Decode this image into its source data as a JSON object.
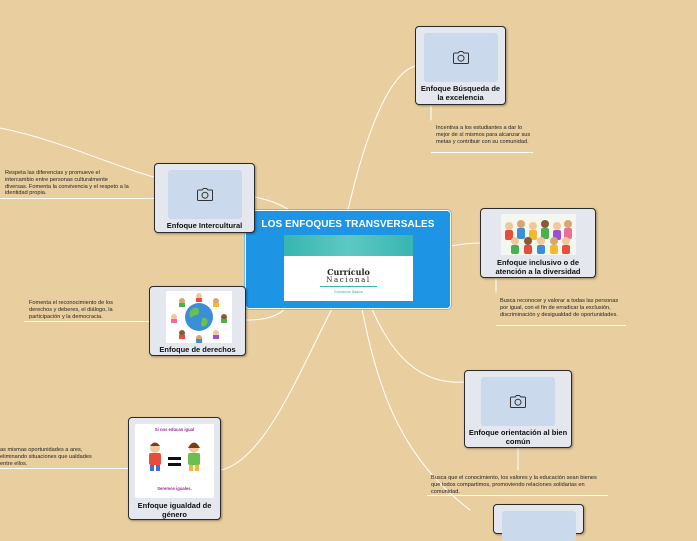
{
  "central": {
    "title": "LOS ENFOQUES TRANSVERSALES",
    "cover_title": "Currículo",
    "cover_subtitle": "Nacional",
    "cover_footer": "Educación Básica"
  },
  "colors": {
    "background": "#e9cf9f",
    "central": "#1e94e4",
    "node": "#e4e8ee",
    "placeholder": "#cbd9ec",
    "line": "#ffffff"
  },
  "nodes": [
    {
      "id": "excelencia",
      "label": "Enfoque Búsqueda de la excelencia",
      "image": "camera-icon",
      "note": "Incentiva a los estudiantes a dar lo mejor de sí mismos para alcanzar sus metas y contribuir con su comunidad."
    },
    {
      "id": "intercultural",
      "label": "Enfoque Intercultural",
      "image": "camera-icon",
      "note": "Respeta las diferencias y promueve el intercambio entre personas culturalmente diversas. Fomenta la convivencia y el respeto a la identidad propia."
    },
    {
      "id": "inclusivo",
      "label": "Enfoque inclusivo o de atención a la diversidad",
      "image": "children-group-image",
      "note": "Busca reconocer y valorar a todas las personas por igual, con el fin de erradicar la exclusión, discriminación y desigualdad de oportunidades."
    },
    {
      "id": "derechos",
      "label": "Enfoque de derechos",
      "image": "children-around-globe-image",
      "note": "Fomenta el reconocimiento de los derechos y deberes, el diálogo, la participación y la democracia."
    },
    {
      "id": "bien-comun",
      "label": "Enfoque orientación al bien común",
      "image": "camera-icon",
      "note": "Busca que el conocimiento, los valores y la educación sean bienes que todos compartimos, promoviendo relaciones solidarias en comunidad."
    },
    {
      "id": "genero",
      "label": "Enfoque igualdad de género",
      "image": "gender-equality-image",
      "image_top_text": "Si nos educan igual",
      "image_bottom_text": "Seremos iguales.",
      "note": "as mismas oportunidades a ares, eliminando situaciones que ualdades entre ellos."
    }
  ]
}
